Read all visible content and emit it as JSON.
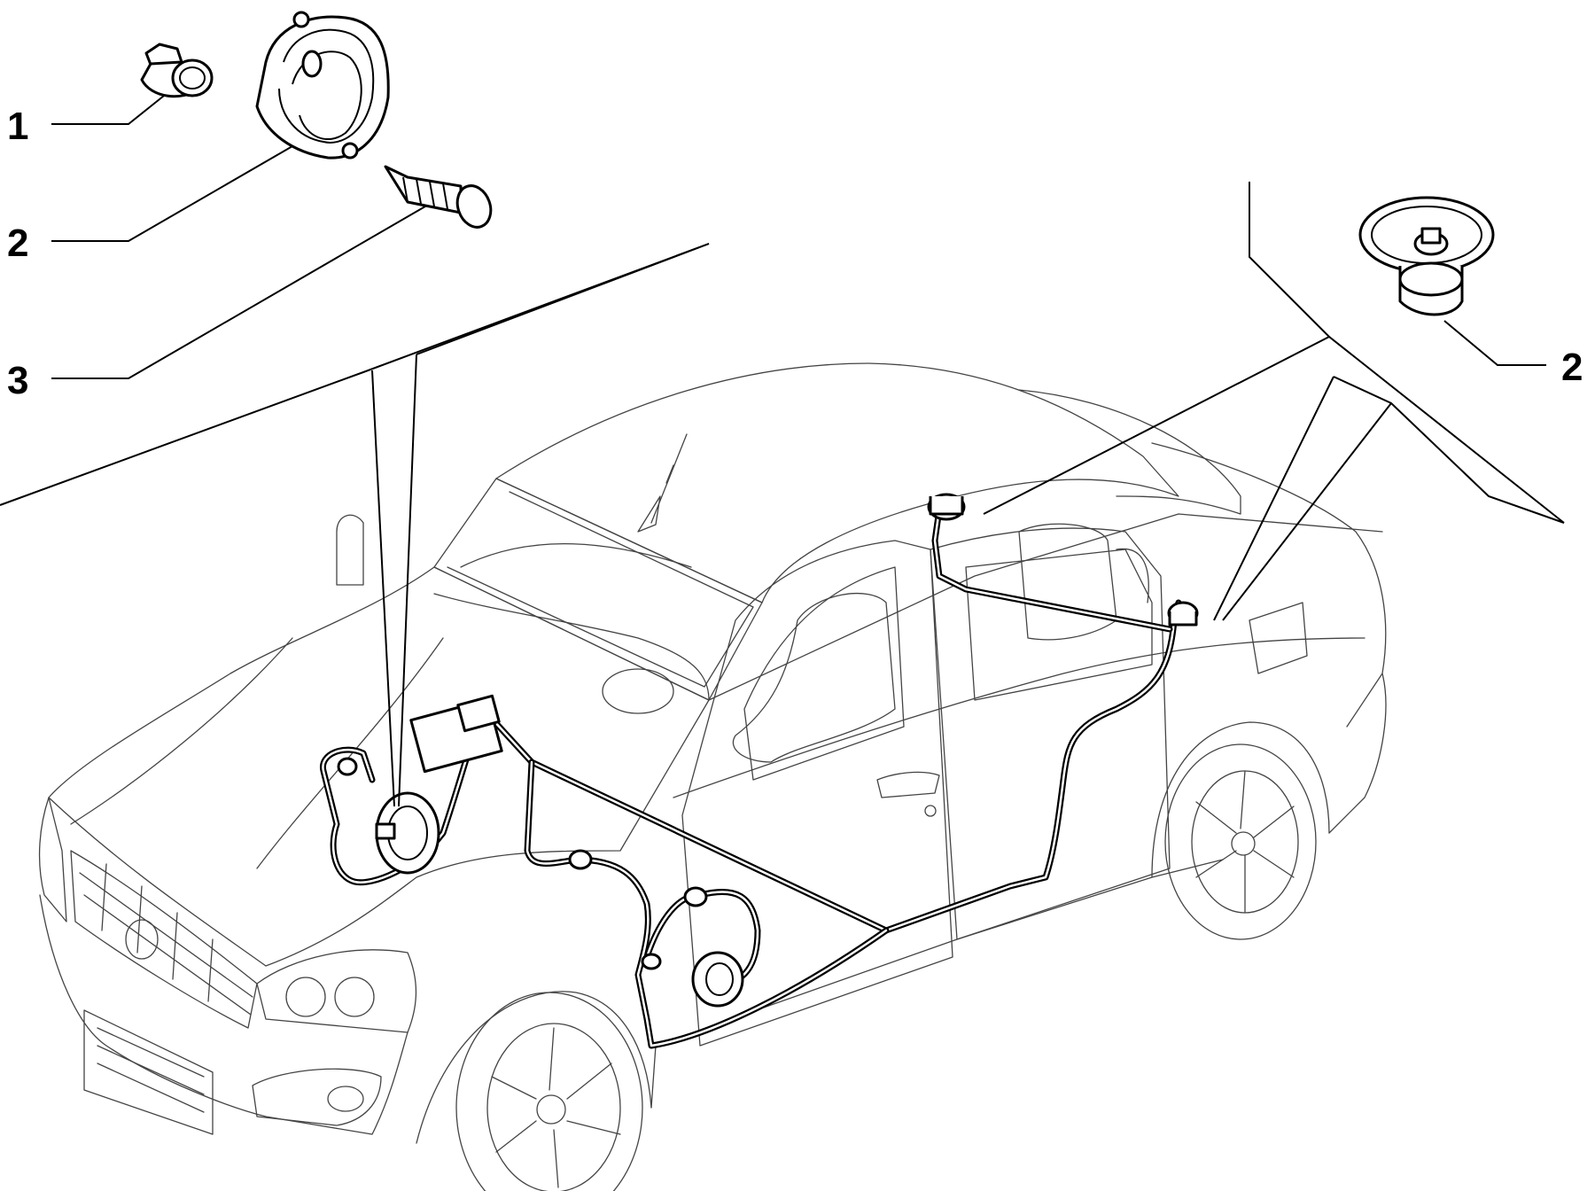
{
  "callouts": {
    "c1": "1",
    "c2_left": "2",
    "c3": "3",
    "c2_right": "2"
  },
  "colors": {
    "line": "#000000",
    "car_outline": "#444444",
    "background": "#ffffff"
  },
  "icons": [
    "tweeter-icon",
    "speaker-icon",
    "rivet-icon",
    "car-icon",
    "wiring-harness-icon"
  ]
}
